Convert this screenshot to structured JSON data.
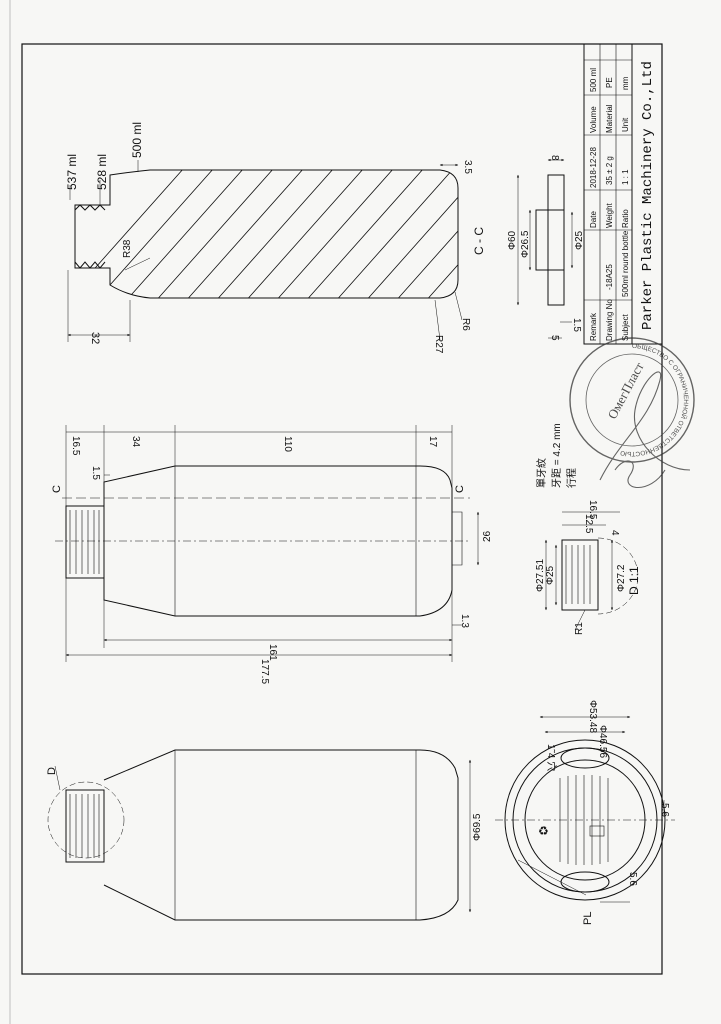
{
  "labels": {
    "vol_537": "537 ml",
    "vol_528": "528 ml",
    "vol_500": "500 ml",
    "r38": "R38",
    "r27": "R27",
    "r6": "R6",
    "d32": "32",
    "d35": "3.5",
    "section_cc": "C - C",
    "section_mark": "C",
    "d_phi60": "Φ60",
    "d_phi265": "Φ26.5",
    "d_phi25_cap": "Φ25",
    "d8": "8",
    "d15_cap": "1.5",
    "d5": "5",
    "d165": "16.5",
    "d34": "34",
    "d110": "110",
    "d17": "17",
    "d15": "1.5",
    "d26": "26",
    "d13": "1.3",
    "d161": "161",
    "d1775": "177.5",
    "cn1": "單牙紋",
    "cn2": "牙距 = 4.2 mm",
    "cn3": "行程",
    "det_165": "16.5",
    "det_125": "12.5",
    "det_4": "4",
    "det_2751": "Φ27.51",
    "det_25": "Φ25",
    "det_272": "Φ27.2",
    "det_r1": "R1",
    "det_title": "D 1:1",
    "d_5348": "Φ53.48",
    "d_4656": "Φ46.56",
    "d_695": "Φ69.5",
    "d_56a": "5.6",
    "d_56b": "5.6",
    "pl": "PL",
    "det_d": "D",
    "holes": "1˜4 穴"
  },
  "title_block": {
    "company": "Parker Plastic Machinery Co.,Ltd",
    "subject_label": "Subject",
    "subject_value": "500ml round bottle",
    "ratio_label": "Ratio",
    "ratio_value": "1 : 1",
    "unit_label": "Unit",
    "unit_value": "mm",
    "drawing_label": "Drawing No",
    "drawing_value": "-18A25",
    "weight_label": "Weight",
    "weight_value": "35 ± 2 g",
    "material_label": "Material",
    "material_value": "PE",
    "remark_label": "Remark",
    "date_label": "Date",
    "date_value": "2018-12-28",
    "volume_label": "Volume",
    "volume_value": "500 ml"
  },
  "stamp": {
    "ring_text": "ОБЩЕСТВО С ОГРАНИЧЕННОЙ ОТВЕТСТВЕННОСТЬЮ",
    "center": "ОмегПласт"
  }
}
